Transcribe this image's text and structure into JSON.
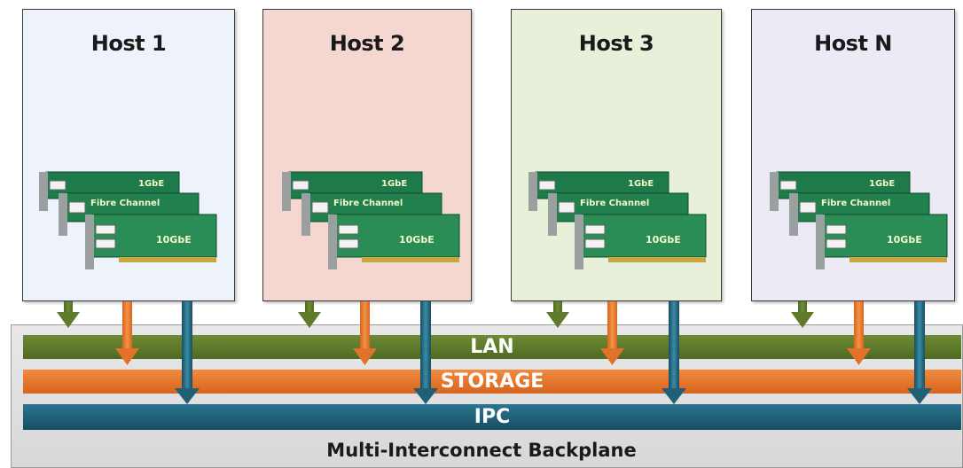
{
  "hosts": [
    {
      "title": "Host 1",
      "color": "#eef2fa"
    },
    {
      "title": "Host 2",
      "color": "#f5d7d2"
    },
    {
      "title": "Host 3",
      "color": "#e7f1d9"
    },
    {
      "title": "Host N",
      "color": "#ecebf5"
    }
  ],
  "cards": {
    "gbe": "1GbE",
    "fc": "Fibre Channel",
    "tengbe": "10GbE"
  },
  "buses": {
    "lan": {
      "label": "LAN",
      "color": "#5e7a2a"
    },
    "storage": {
      "label": "STORAGE",
      "color": "#e2722a"
    },
    "ipc": {
      "label": "IPC",
      "color": "#1f6077"
    }
  },
  "backplane_label": "Multi-Interconnect Backplane"
}
